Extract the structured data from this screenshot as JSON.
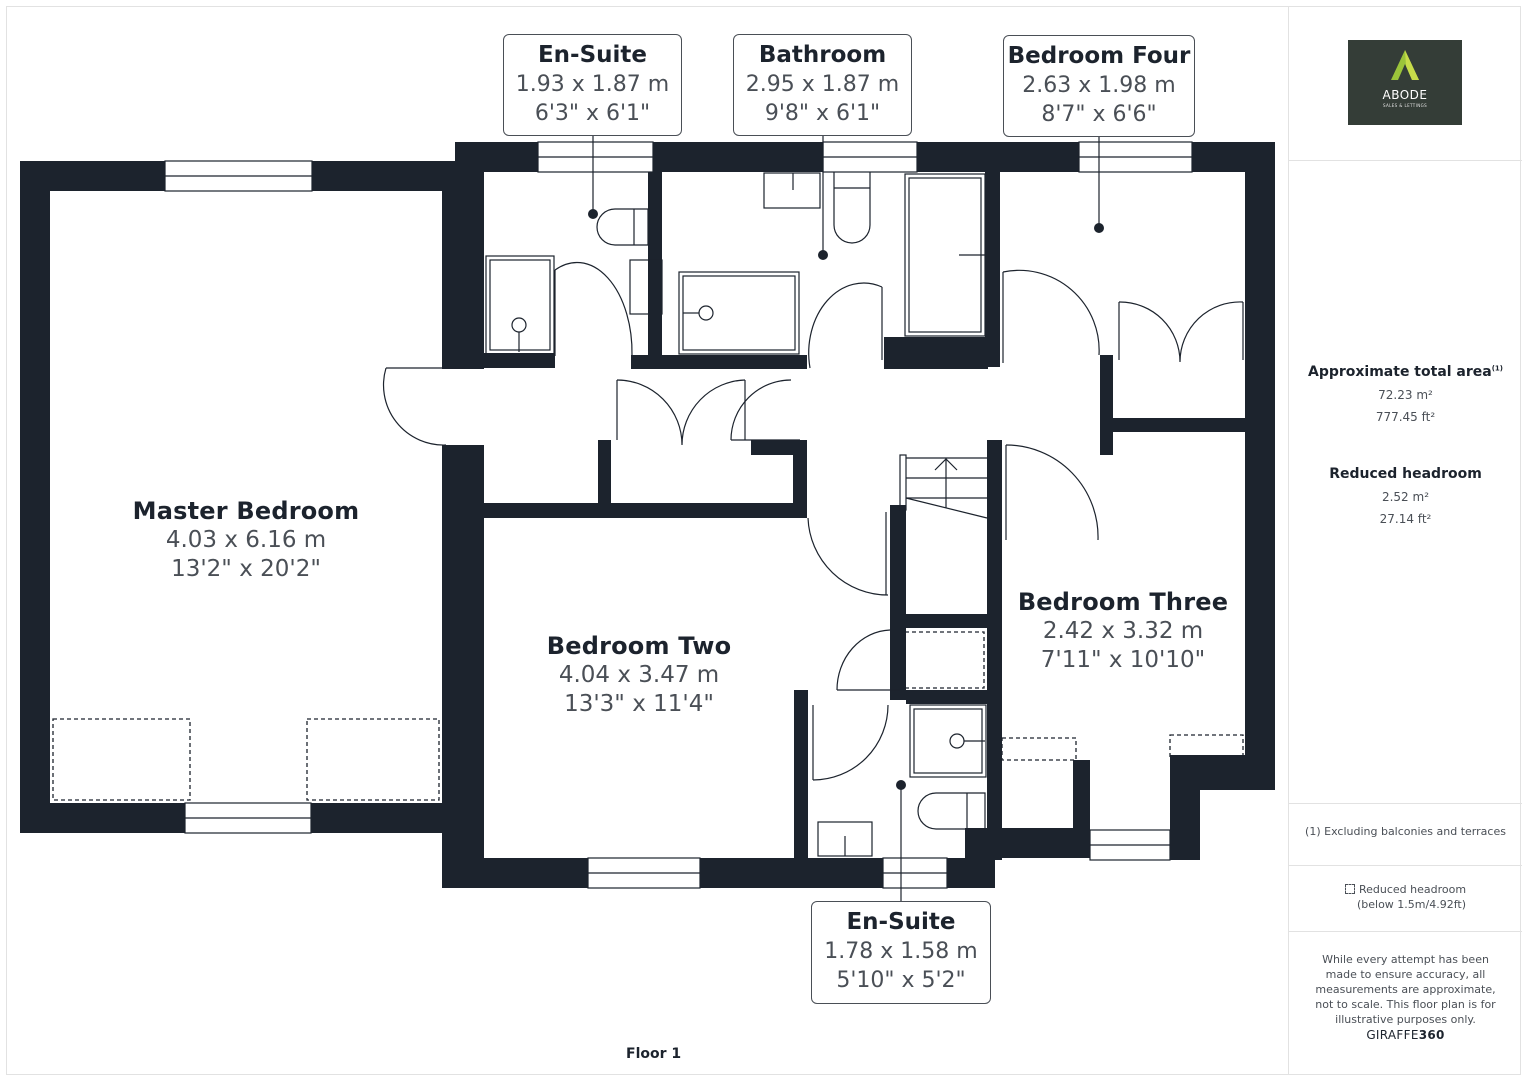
{
  "plan": {
    "floor_label": "Floor 1",
    "rooms": {
      "master_bedroom": {
        "name": "Master Bedroom",
        "metric": "4.03 x 6.16 m",
        "imperial": "13'2\" x 20'2\""
      },
      "bedroom_two": {
        "name": "Bedroom Two",
        "metric": "4.04 x 3.47 m",
        "imperial": "13'3\" x 11'4\""
      },
      "bedroom_three": {
        "name": "Bedroom Three",
        "metric": "2.42 x 3.32 m",
        "imperial": "7'11\" x 10'10\""
      },
      "en_suite_top": {
        "name": "En-Suite",
        "metric": "1.93 x 1.87 m",
        "imperial": "6'3\" x 6'1\""
      },
      "bathroom": {
        "name": "Bathroom",
        "metric": "2.95 x 1.87 m",
        "imperial": "9'8\" x 6'1\""
      },
      "bedroom_four": {
        "name": "Bedroom Four",
        "metric": "2.63 x 1.98 m",
        "imperial": "8'7\" x 6'6\""
      },
      "en_suite_bottom": {
        "name": "En-Suite",
        "metric": "1.78 x 1.58 m",
        "imperial": "5'10\" x 5'2\""
      }
    },
    "colors": {
      "wall": "#1c232d",
      "text_dim": "#4a4f56"
    }
  },
  "sidebar": {
    "logo": {
      "word": "ABODE",
      "sub": "SALES & LETTINGS",
      "bg": "#343d37",
      "accent": "#9bc43a"
    },
    "total_area": {
      "title": "Approximate total area",
      "superscript": "(1)",
      "metric": "72.23 m²",
      "imperial": "777.45 ft²"
    },
    "reduced_headroom": {
      "title": "Reduced headroom",
      "metric": "2.52 m²",
      "imperial": "27.14 ft²"
    },
    "footnote": "(1) Excluding balconies and terraces",
    "legend": {
      "label": "Reduced headroom",
      "detail": "(below 1.5m/4.92ft)"
    },
    "disclaimer": "While every attempt has been made to ensure accuracy, all measurements are approximate, not to scale. This floor plan is for illustrative purposes only.",
    "brand": {
      "prefix": "GIRAFFE",
      "suffix": "360"
    }
  }
}
